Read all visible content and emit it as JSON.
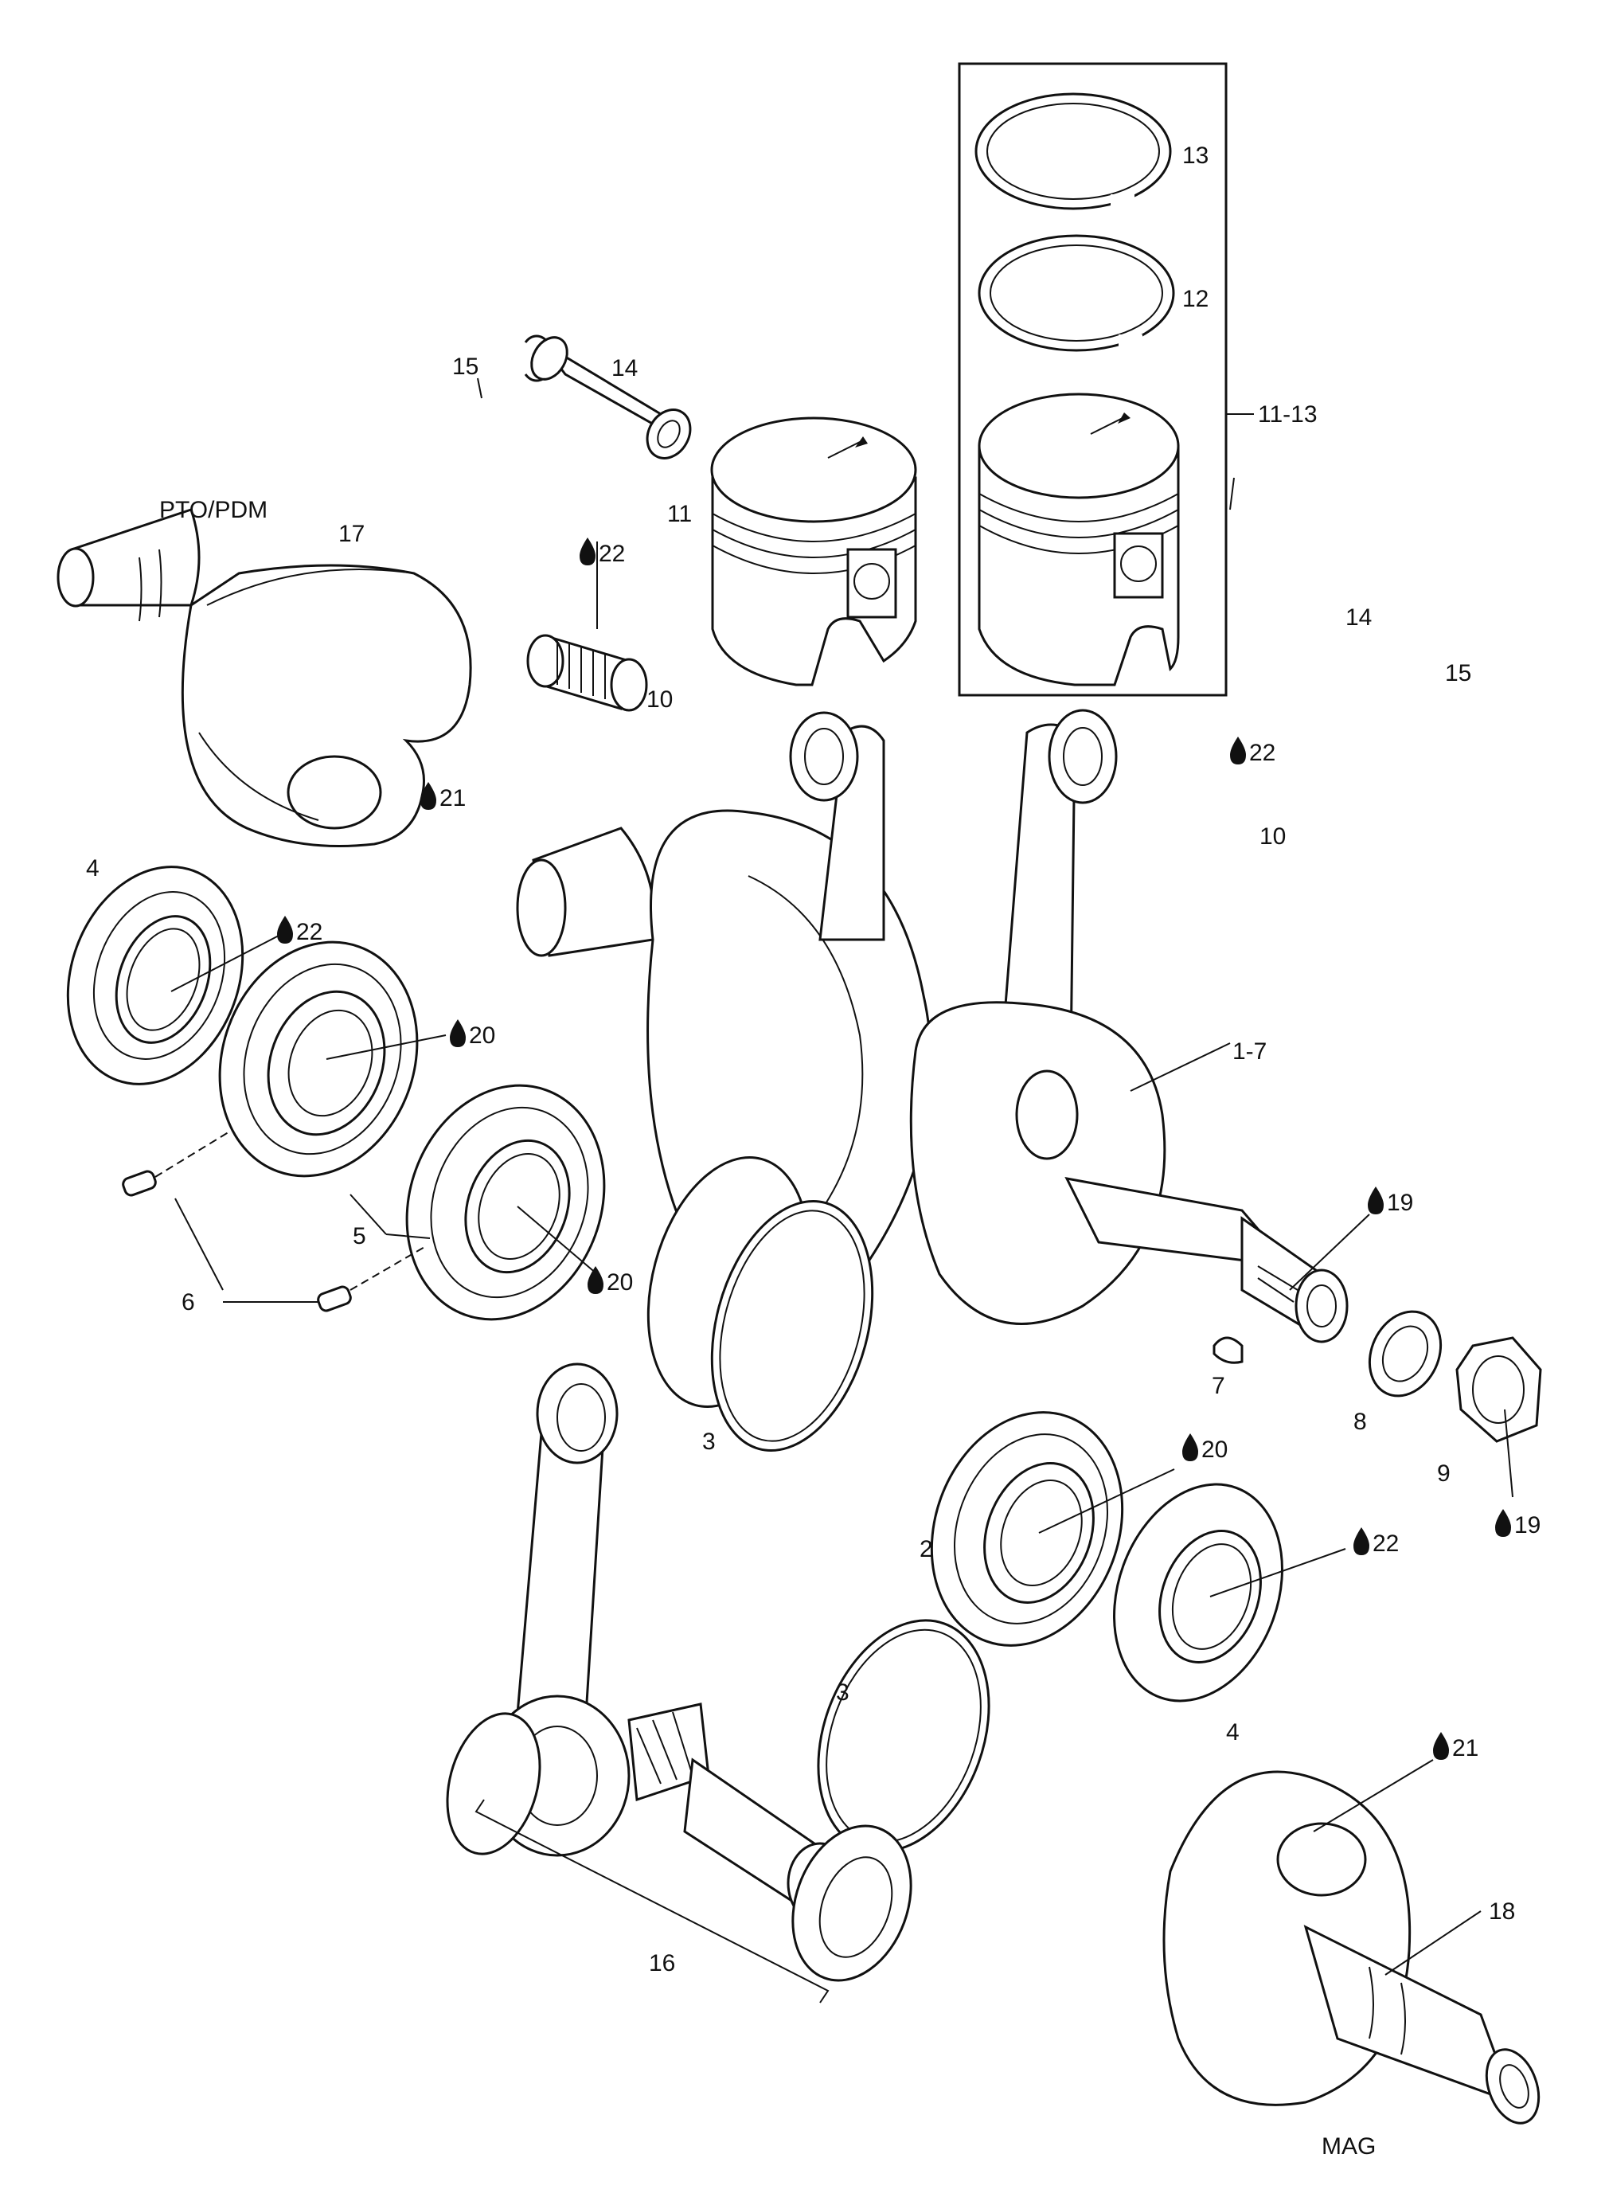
{
  "diagram": {
    "side_labels": {
      "pto": "PTO/PDM",
      "mag": "MAG"
    },
    "callouts": [
      {
        "id": "c13",
        "text": "13"
      },
      {
        "id": "c12",
        "text": "12"
      },
      {
        "id": "c11_13",
        "text": "11-13"
      },
      {
        "id": "c15a",
        "text": "15"
      },
      {
        "id": "c14a",
        "text": "14"
      },
      {
        "id": "c11",
        "text": "11"
      },
      {
        "id": "c17",
        "text": "17"
      },
      {
        "id": "c22a",
        "text": "22",
        "lube": true
      },
      {
        "id": "c10a",
        "text": "10"
      },
      {
        "id": "c14b",
        "text": "14"
      },
      {
        "id": "c15b",
        "text": "15"
      },
      {
        "id": "c21a",
        "text": "21",
        "lube": true
      },
      {
        "id": "c22b",
        "text": "22",
        "lube": true
      },
      {
        "id": "c10b",
        "text": "10"
      },
      {
        "id": "c4a",
        "text": "4"
      },
      {
        "id": "c22c",
        "text": "22",
        "lube": true
      },
      {
        "id": "c20a",
        "text": "20",
        "lube": true
      },
      {
        "id": "c1_7",
        "text": "1-7"
      },
      {
        "id": "c5",
        "text": "5"
      },
      {
        "id": "c19a",
        "text": "19",
        "lube": true
      },
      {
        "id": "c6",
        "text": "6"
      },
      {
        "id": "c20b",
        "text": "20",
        "lube": true
      },
      {
        "id": "c7",
        "text": "7"
      },
      {
        "id": "c3a",
        "text": "3"
      },
      {
        "id": "c8",
        "text": "8"
      },
      {
        "id": "c20c",
        "text": "20",
        "lube": true
      },
      {
        "id": "c9",
        "text": "9"
      },
      {
        "id": "c2",
        "text": "2"
      },
      {
        "id": "c19b",
        "text": "19",
        "lube": true
      },
      {
        "id": "c22d",
        "text": "22",
        "lube": true
      },
      {
        "id": "c3b",
        "text": "3"
      },
      {
        "id": "c4b",
        "text": "4"
      },
      {
        "id": "c21b",
        "text": "21",
        "lube": true
      },
      {
        "id": "c16",
        "text": "16"
      },
      {
        "id": "c18",
        "text": "18"
      }
    ]
  }
}
